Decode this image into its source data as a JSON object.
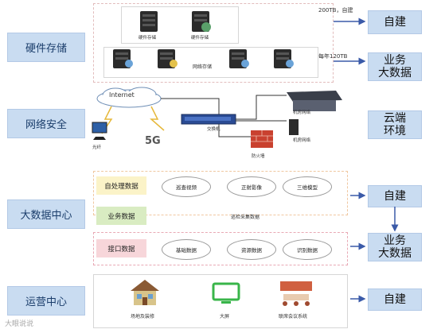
{
  "left_labels": [
    "硬件存储",
    "网络安全",
    "大数据中心",
    "运营中心"
  ],
  "right_boxes": [
    "自建",
    "业务\n大数据",
    "云端\n环境",
    "自建",
    "业务\n大数据",
    "自建"
  ],
  "storage": {
    "capacity_note": "200TB，自建",
    "annual_note": "每年120TB",
    "hw_server_1": "硬件存储",
    "hw_server_2": "硬件存储",
    "net_storage": "网络存储"
  },
  "network": {
    "internet": "Internet",
    "switch": "交换机",
    "terminal": "光纤",
    "fiveg": "5G",
    "room_network": "机房网络",
    "room_network2": "机房网络",
    "firewall": "防火墙"
  },
  "datacenter": {
    "self_data": "自处理数据",
    "biz_data": "业务数据",
    "iface_data": "接口数据",
    "ovals_top": [
      "巡查视频",
      "正射影像",
      "三维模型"
    ],
    "collect_note": "巡检采集数据",
    "ovals_bottom": [
      "基础数据",
      "资源数据",
      "识别数据"
    ]
  },
  "ops": {
    "site_label": "场地及装修",
    "screen_label": "大屏",
    "meeting_label": "联席会议系统"
  },
  "watermark": "大眼说说",
  "colors": {
    "label_bg": "#c9dcf1",
    "yellow_band": "#fbf3c8",
    "green_band": "#d9ecc2",
    "pink_band": "#f7d6da",
    "arrow": "#3a5aa8"
  }
}
